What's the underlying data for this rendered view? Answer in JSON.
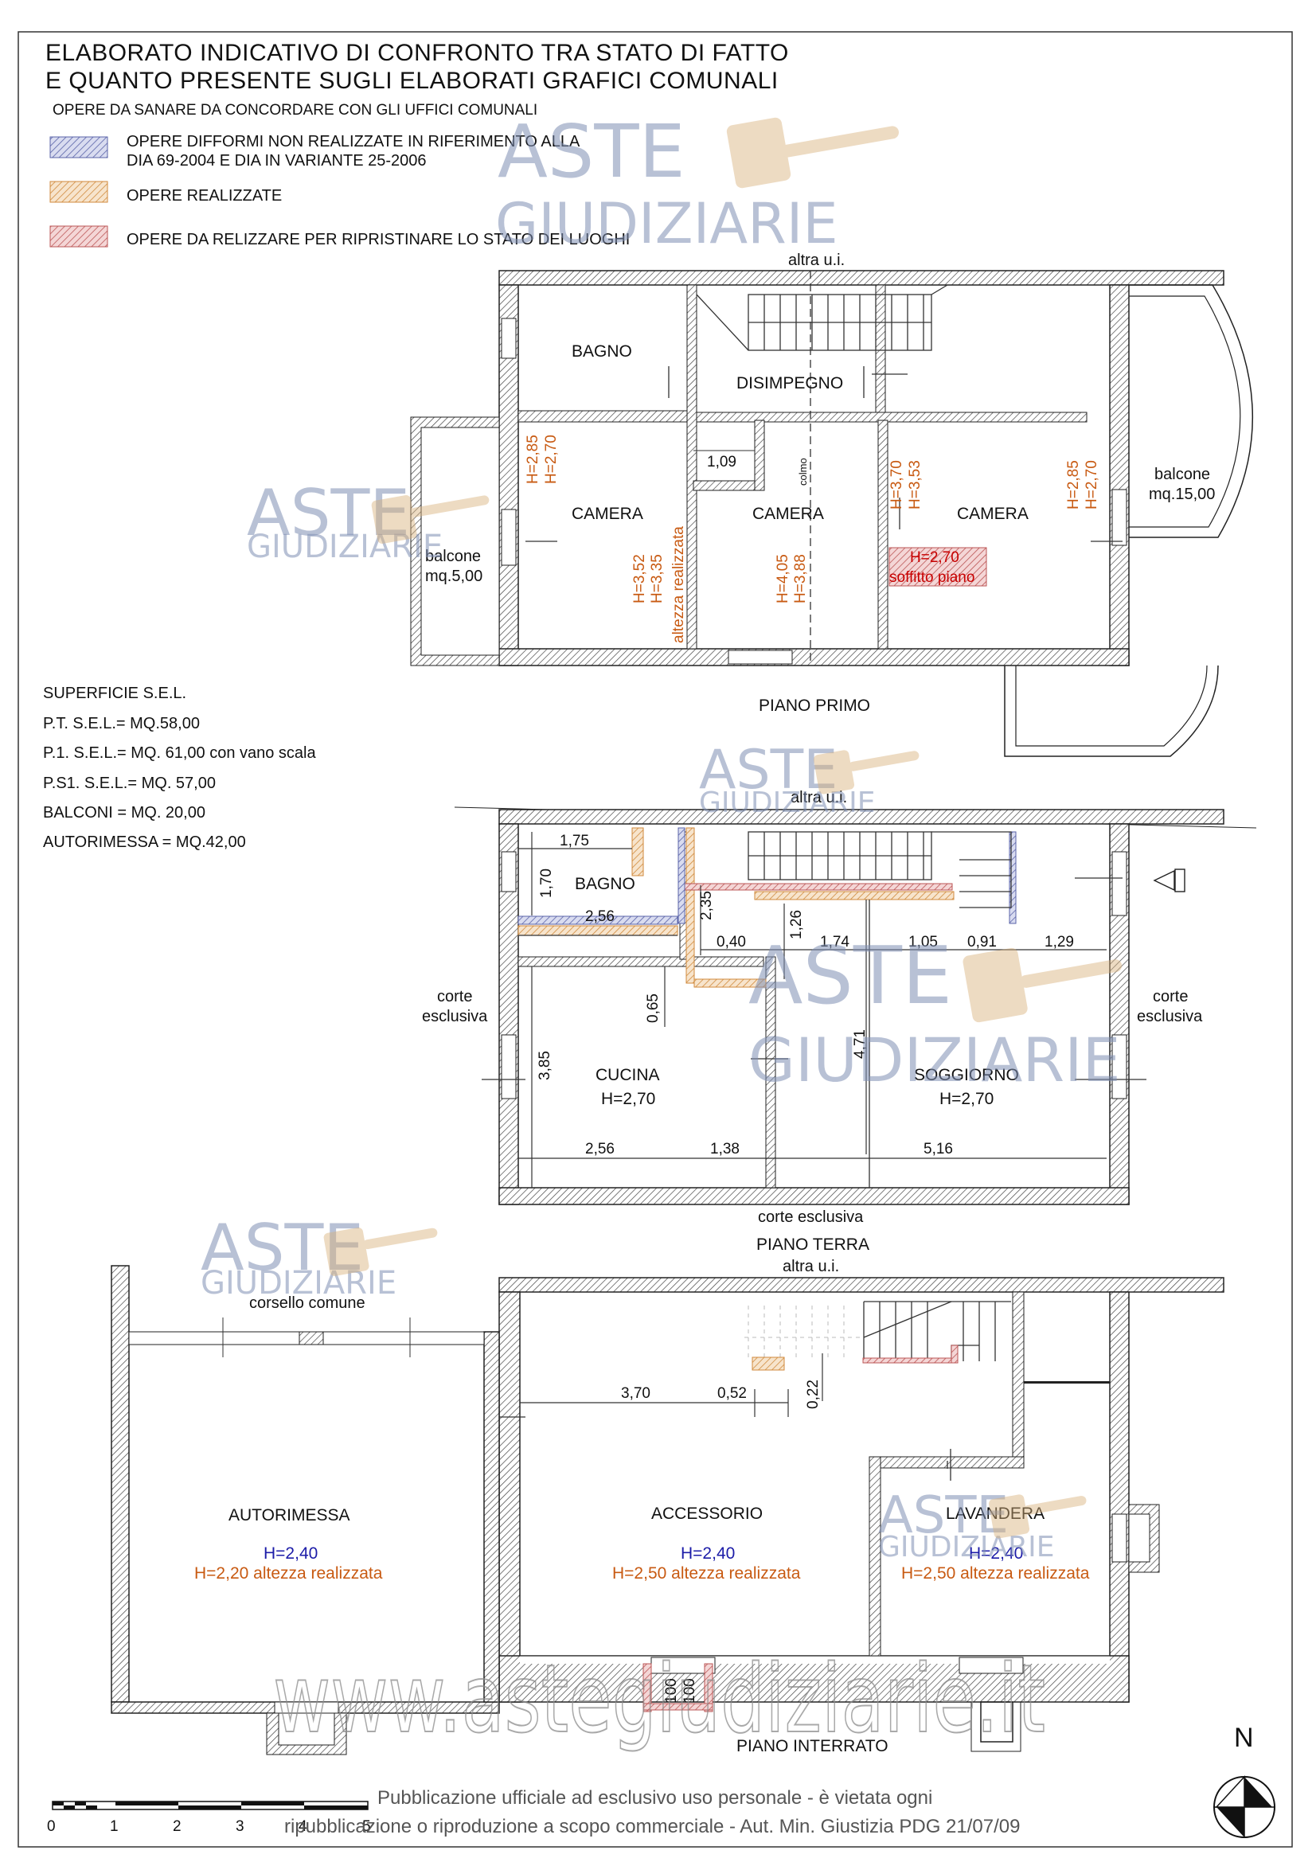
{
  "title": {
    "line1": "ELABORATO INDICATIVO DI CONFRONTO TRA STATO DI FATTO",
    "line2": "E QUANTO PRESENTE SUGLI ELABORATI GRAFICI COMUNALI",
    "subtitle": "OPERE DA SANARE DA CONCORDARE CON GLI UFFICI COMUNALI"
  },
  "legend": [
    {
      "line1": "OPERE DIFFORMI NON REALIZZATE IN RIFERIMENTO ALLA",
      "line2": "DIA 69-2004 E DIA IN VARIANTE 25-2006",
      "color": "#6a76b4"
    },
    {
      "line1": "OPERE REALIZZATE",
      "line2": "",
      "color": "#d4a56a"
    },
    {
      "line1": "OPERE DA RELIZZARE PER RIPRISTINARE LO STATO DEI LUOGHI",
      "line2": "",
      "color": "#c97070"
    }
  ],
  "surfaces": {
    "heading": "SUPERFICIE S.E.L.",
    "lines": [
      "P.T. S.E.L.= MQ.58,00",
      "P.1. S.E.L.= MQ. 61,00 con vano scala",
      "P.S1. S.E.L.= MQ. 57,00",
      "BALCONI = MQ. 20,00",
      "AUTORIMESSA = MQ.42,00"
    ]
  },
  "piano_primo": {
    "name": "PIANO PRIMO",
    "altra": "altra u.i.",
    "rooms": {
      "bagno": "BAGNO",
      "disimpegno": "DISIMPEGNO",
      "camera_w": "CAMERA",
      "camera_c": "CAMERA",
      "camera_e": "CAMERA"
    },
    "balcone_w": [
      "balcone",
      "mq.5,00"
    ],
    "balcone_e": [
      "balcone",
      "mq.15,00"
    ],
    "heights": {
      "cw_a": "H=2,85",
      "cw_b": "H=2,70",
      "cw_c": "H=3,52",
      "cw_d": "H=3,35",
      "cw_e": "altezza realizzata",
      "cc_a": "H=4,05",
      "cc_b": "H=3,88",
      "ce_a": "H=3,70",
      "ce_b": "H=3,53",
      "ce_c": "H=2,85",
      "ce_d": "H=2,70",
      "box_a": "H=2,70",
      "box_b": "soffitto piano"
    },
    "colmo": "colmo",
    "dim_109": "1,09"
  },
  "piano_terra": {
    "name": "PIANO TERRA",
    "altra": "altra u.i.",
    "corte_bottom": "corte esclusiva",
    "corte_w": [
      "corte",
      "esclusiva"
    ],
    "corte_e": [
      "corte",
      "esclusiva"
    ],
    "rooms": {
      "bagno": "BAGNO",
      "cucina": "CUCINA",
      "cucina_h": "H=2,70",
      "soggiorno": "SOGGIORNO",
      "soggiorno_h": "H=2,70"
    },
    "dims": {
      "d175": "1,75",
      "d170": "1,70",
      "d256a": "2,56",
      "d235": "2,35",
      "d040": "0,40",
      "d126": "1,26",
      "d174": "1,74",
      "d105": "1,05",
      "d091": "0,91",
      "d129": "1,29",
      "d065": "0,65",
      "d471": "4,71",
      "d385": "3,85",
      "d256b": "2,56",
      "d138": "1,38",
      "d516": "5,16"
    }
  },
  "piano_interrato": {
    "name": "PIANO INTERRATO",
    "altra": "altra u.i.",
    "corsello": "corsello comune",
    "rooms": {
      "autorimessa": "AUTORIMESSA",
      "autorimessa_h1": "H=2,40",
      "autorimessa_h2": "H=2,20 altezza realizzata",
      "accessorio": "ACCESSORIO",
      "accessorio_h1": "H=2,40",
      "accessorio_h2": "H=2,50 altezza realizzata",
      "lavandera": "LAVANDERA",
      "lavandera_h1": "H=2,40",
      "lavandera_h2": "H=2,50 altezza realizzata"
    },
    "dims": {
      "d370": "3,70",
      "d052": "0,52",
      "d022": "0,22",
      "w100a": "100",
      "w100b": "100"
    }
  },
  "scale": {
    "labels": [
      "0",
      "1",
      "2",
      "3",
      "4",
      "5"
    ]
  },
  "north": "N",
  "watermark": {
    "line1": "ASTE",
    "line2": "GIUDIZIARIE",
    "url": "www.astegiudiziarie.it"
  },
  "footer": {
    "line1": "Pubblicazione ufficiale ad esclusivo uso personale - è vietata ogni",
    "line2": "ripubblicazione o riproduzione a scopo commerciale - Aut. Min. Giustizia PDG 21/07/09"
  }
}
